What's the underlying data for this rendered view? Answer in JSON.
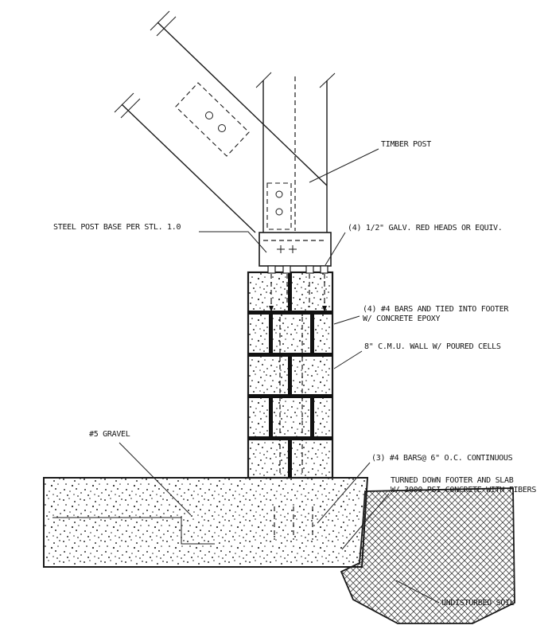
{
  "drawing": {
    "type": "construction-detail",
    "labels": {
      "timber_post": "TIMBER POST",
      "steel_post_base": "STEEL POST BASE PER STL. 1.0",
      "red_heads": "(4) 1/2\" GALV. RED HEADS OR EQUIV.",
      "bars_epoxy": "(4) #4 BARS AND TIED INTO FOOTER\nW/ CONCRETE EPOXY",
      "cmu_wall": "8\" C.M.U. WALL W/ POURED CELLS",
      "gravel": "#5 GRAVEL",
      "bars_continuous": "(3) #4 BARS@ 6\" O.C. CONTINUOUS",
      "footer_slab": "TURNED DOWN FOOTER AND SLAB\nW/ 3000 PSI CONCRETE WITH FIBERS",
      "undisturbed_soil": "UNDISTURBED SOIL"
    },
    "colors": {
      "line": "#1a1a1a",
      "background": "#ffffff",
      "stipple": "#2f2f2f",
      "soil_hatch": "#4c4c4c"
    }
  }
}
